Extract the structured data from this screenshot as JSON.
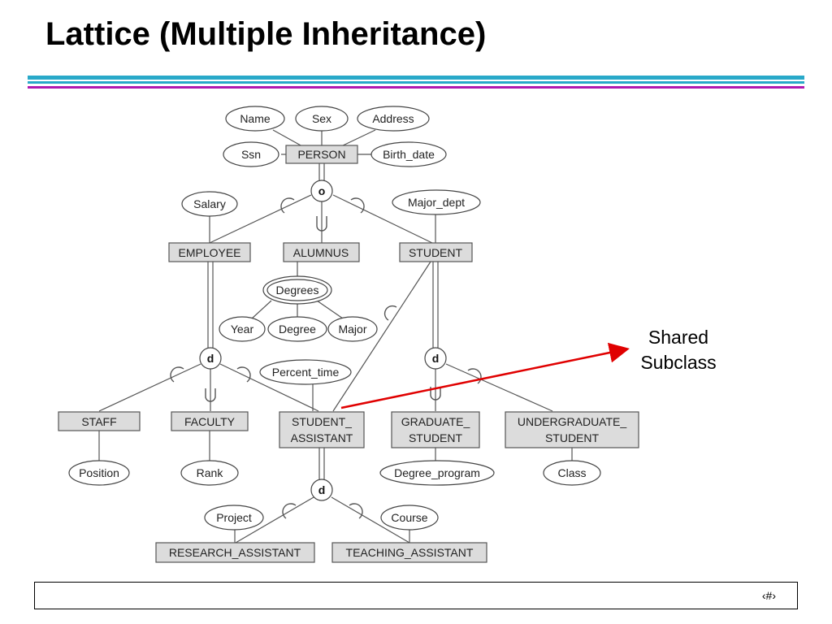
{
  "title": "Lattice (Multiple Inheritance)",
  "note": {
    "line1": "Shared",
    "line2": "Subclass"
  },
  "page_number": "‹#›",
  "colors": {
    "arrow": "#e00000",
    "rule_cyan": "#29a9c9",
    "rule_purple": "#b01ab0",
    "entity_fill": "#dcdcdc"
  },
  "diagram": {
    "entities": {
      "person": "PERSON",
      "employee": "EMPLOYEE",
      "alumnus": "ALUMNUS",
      "student": "STUDENT",
      "staff": "STAFF",
      "faculty": "FACULTY",
      "student_assistant_1": "STUDENT_",
      "student_assistant_2": "ASSISTANT",
      "graduate_student_1": "GRADUATE_",
      "graduate_student_2": "STUDENT",
      "undergraduate_student_1": "UNDERGRADUATE_",
      "undergraduate_student_2": "STUDENT",
      "research_assistant": "RESEARCH_ASSISTANT",
      "teaching_assistant": "TEACHING_ASSISTANT"
    },
    "attributes": {
      "name": "Name",
      "sex": "Sex",
      "address": "Address",
      "ssn": "Ssn",
      "birth_date": "Birth_date",
      "salary": "Salary",
      "major_dept": "Major_dept",
      "degrees": "Degrees",
      "year": "Year",
      "degree": "Degree",
      "major": "Major",
      "percent_time": "Percent_time",
      "position": "Position",
      "rank": "Rank",
      "degree_program": "Degree_program",
      "class": "Class",
      "project": "Project",
      "course": "Course"
    },
    "specializations": {
      "person_overlap": "o",
      "employee_disjoint": "d",
      "student_disjoint": "d",
      "assistant_disjoint": "d"
    }
  }
}
